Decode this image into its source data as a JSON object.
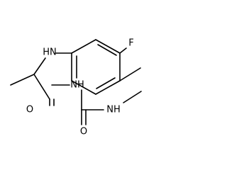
{
  "molecule": {
    "atom_labels": {
      "fluorine": "F",
      "aniline_nh": "HN",
      "amide_oxygen": "O",
      "imide_nh": "NH",
      "urea_oxygen": "O",
      "methylamine_nh": "NH"
    }
  }
}
